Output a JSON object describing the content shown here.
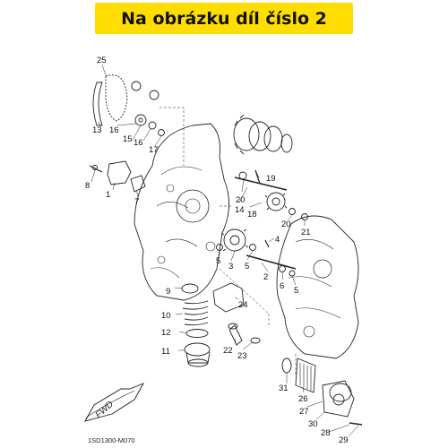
{
  "header": {
    "title": "Na obrázku díl číslo 2",
    "background": "#ffdd00"
  },
  "diagram": {
    "fwd_label": "FWD",
    "callouts": [
      {
        "id": "c25",
        "label": "25"
      },
      {
        "id": "c13",
        "label": "13"
      },
      {
        "id": "c16a",
        "label": "16"
      },
      {
        "id": "c15",
        "label": "15"
      },
      {
        "id": "c16b",
        "label": "16"
      },
      {
        "id": "c17",
        "label": "17"
      },
      {
        "id": "c8",
        "label": "8"
      },
      {
        "id": "c1",
        "label": "1"
      },
      {
        "id": "c7",
        "label": "7"
      },
      {
        "id": "c19",
        "label": "19"
      },
      {
        "id": "c20a",
        "label": "20"
      },
      {
        "id": "c14",
        "label": "14"
      },
      {
        "id": "c18",
        "label": "18"
      },
      {
        "id": "c20b",
        "label": "20"
      },
      {
        "id": "c21",
        "label": "21"
      },
      {
        "id": "c4",
        "label": "4"
      },
      {
        "id": "c5a",
        "label": "5"
      },
      {
        "id": "c3",
        "label": "3"
      },
      {
        "id": "c5b",
        "label": "5"
      },
      {
        "id": "c2",
        "label": "2"
      },
      {
        "id": "c6",
        "label": "6"
      },
      {
        "id": "c5c",
        "label": "5"
      },
      {
        "id": "c9",
        "label": "9"
      },
      {
        "id": "c24",
        "label": "24"
      },
      {
        "id": "c10",
        "label": "10"
      },
      {
        "id": "c12",
        "label": "12"
      },
      {
        "id": "c22",
        "label": "22"
      },
      {
        "id": "c11",
        "label": "11"
      },
      {
        "id": "c23",
        "label": "23"
      },
      {
        "id": "c31",
        "label": "31"
      },
      {
        "id": "c26",
        "label": "26"
      },
      {
        "id": "c27",
        "label": "27"
      },
      {
        "id": "c30",
        "label": "30"
      },
      {
        "id": "c28",
        "label": "28"
      },
      {
        "id": "c29",
        "label": "29"
      }
    ]
  },
  "footer": {
    "code": "1SD1300-M070"
  }
}
